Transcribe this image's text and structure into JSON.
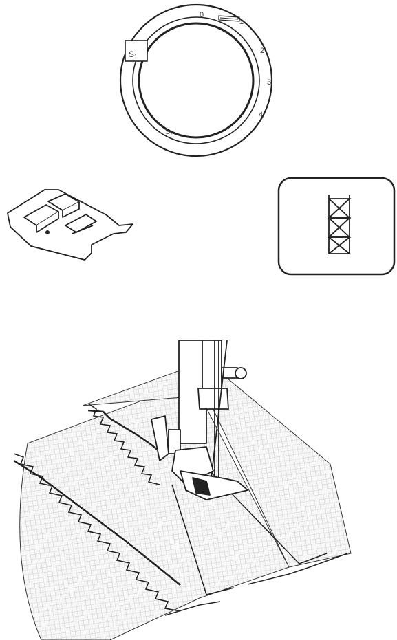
{
  "dial": {
    "numbers": [
      "0",
      "1",
      "2",
      "3",
      "4"
    ],
    "s1_label": "S",
    "s1_sub": "1",
    "s2_label": "S",
    "s2_sub": "2"
  },
  "stitch_icon": "triple-zigzag-stitch-icon",
  "presser_foot_icon": "zigzag-presser-foot-icon",
  "colors": {
    "line": "#222222",
    "fabric": "#d9d9d9",
    "fabric_bg": "#f4f4f4"
  }
}
